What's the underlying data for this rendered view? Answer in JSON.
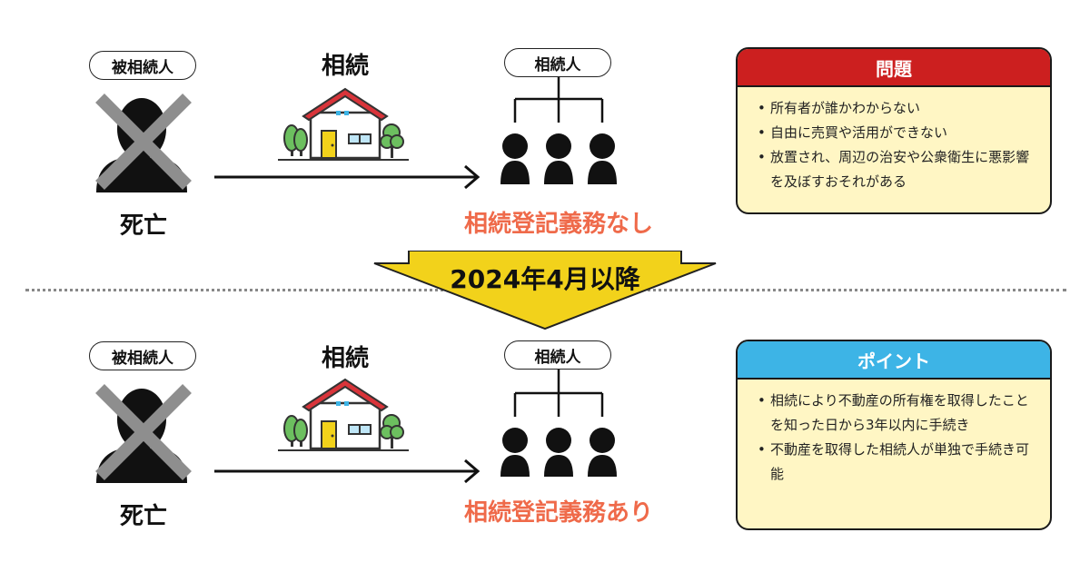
{
  "top": {
    "deceased_label": "被相続人",
    "death_label": "死亡",
    "inherit_label": "相続",
    "heirs_label": "相続人",
    "status_text": "相続登記義務なし"
  },
  "divider": {
    "banner_text": "2024年4月以降"
  },
  "bottom": {
    "deceased_label": "被相続人",
    "death_label": "死亡",
    "inherit_label": "相続",
    "heirs_label": "相続人",
    "status_text": "相続登記義務あり"
  },
  "problem_card": {
    "title": "問題",
    "items": [
      "所有者が誰かわからない",
      "自由に売買や活用ができない",
      "放置され、周辺の治安や公衆衛生に悪影響を及ぼすおそれがある"
    ]
  },
  "point_card": {
    "title": "ポイント",
    "items": [
      "相続により不動産の所有権を取得したことを知った日から3年以内に手続き",
      "不動産を取得した相続人が単独で手続き可能"
    ]
  },
  "colors": {
    "problem_header": "#cc1f1f",
    "point_header": "#3db4e6",
    "card_body": "#fff6c4",
    "status_text": "#ef6a4a",
    "banner_fill": "#f2d21b",
    "roof": "#d9343a"
  },
  "icons": [
    "person-silhouette-icon",
    "cross-mark-icon",
    "house-icon",
    "tree-icon",
    "heir-person-icon",
    "arrow-right-icon",
    "down-arrow-banner"
  ]
}
